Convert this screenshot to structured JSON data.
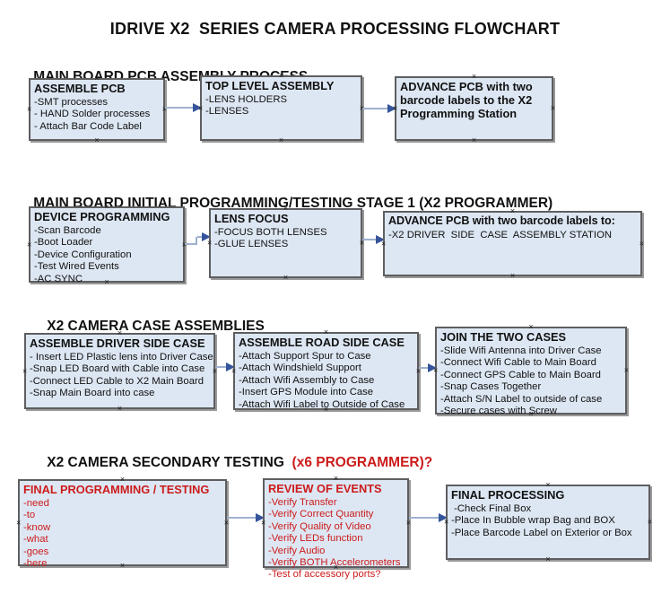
{
  "title": "IDRIVE X2  SERIES CAMERA PROCESSING FLOWCHART",
  "colors": {
    "box_fill": "#dde7f3",
    "box_border": "#5e5e60",
    "arrow_line": "#9fb1ce",
    "arrow_head": "#35549b",
    "red_text": "#cc1b1b",
    "text_black": "#111111"
  },
  "icons": {
    "connection_handle": "×"
  },
  "sections": [
    {
      "header": "MAIN BOARD PCB ASSEMBLY PROCESS",
      "boxes": [
        {
          "title": "ASSEMBLE PCB",
          "items": [
            "-SMT processes",
            "- HAND Solder processes",
            "- Attach Bar Code Label"
          ]
        },
        {
          "title": "TOP LEVEL ASSEMBLY",
          "items": [
            "-LENS HOLDERS",
            "-LENSES"
          ]
        },
        {
          "title": "ADVANCE PCB with two barcode labels to the X2 Programming Station",
          "items": []
        }
      ]
    },
    {
      "header": "MAIN BOARD INITIAL PROGRAMMING/TESTING STAGE 1 (X2 PROGRAMMER)",
      "boxes": [
        {
          "title": "DEVICE PROGRAMMING",
          "items": [
            "-Scan Barcode",
            "-Boot Loader",
            "-Device Configuration",
            "-Test Wired Events",
            "-AC SYNC"
          ]
        },
        {
          "title": "LENS FOCUS",
          "items": [
            "-FOCUS BOTH LENSES",
            "-GLUE LENSES"
          ]
        },
        {
          "title": "ADVANCE PCB with two barcode labels to:",
          "items": [
            "-X2 DRIVER  SIDE  CASE  ASSEMBLY STATION"
          ]
        }
      ]
    },
    {
      "header": "X2 CAMERA CASE ASSEMBLIES",
      "boxes": [
        {
          "title": "ASSEMBLE DRIVER SIDE CASE",
          "items": [
            "- Insert LED Plastic lens into Driver Case",
            "-Snap LED Board with Cable into Case",
            "-Connect LED Cable to X2 Main Board",
            "-Snap Main Board into case"
          ]
        },
        {
          "title": "ASSEMBLE ROAD SIDE CASE",
          "items": [
            "-Attach Support Spur to Case",
            "-Attach Windshield Support",
            "-Attach Wifi Assembly to Case",
            "-Insert GPS Module into Case",
            "-Attach Wifi Label to Outside of Case"
          ]
        },
        {
          "title": "JOIN THE TWO CASES",
          "items": [
            "-Slide Wifi Antenna into Driver Case",
            "-Connect Wifi Cable to Main Board",
            "-Connect GPS Cable to Main Board",
            "-Snap Cases Together",
            "-Attach S/N Label to outside of case",
            "-Secure cases with Screw"
          ]
        }
      ]
    },
    {
      "header": "X2 CAMERA SECONDARY TESTING  ",
      "header_red": "(x6 PROGRAMMER)?",
      "boxes": [
        {
          "title": "FINAL PROGRAMMING / TESTING",
          "items": [
            "-need",
            "-to",
            "-know",
            "-what",
            "-goes",
            "-here"
          ]
        },
        {
          "title": "REVIEW OF EVENTS",
          "items": [
            "-Verify Transfer",
            "-Verify Correct Quantity",
            "-Verify Quality of Video",
            "-Verify LEDs function",
            "-Verify Audio",
            "-Verify BOTH Accelerometers",
            "-Test of accessory ports?"
          ]
        },
        {
          "title": "FINAL PROCESSING",
          "items": [
            " -Check Final Box",
            "-Place In Bubble wrap Bag and BOX",
            "-Place Barcode Label on Exterior or Box"
          ]
        }
      ]
    }
  ]
}
